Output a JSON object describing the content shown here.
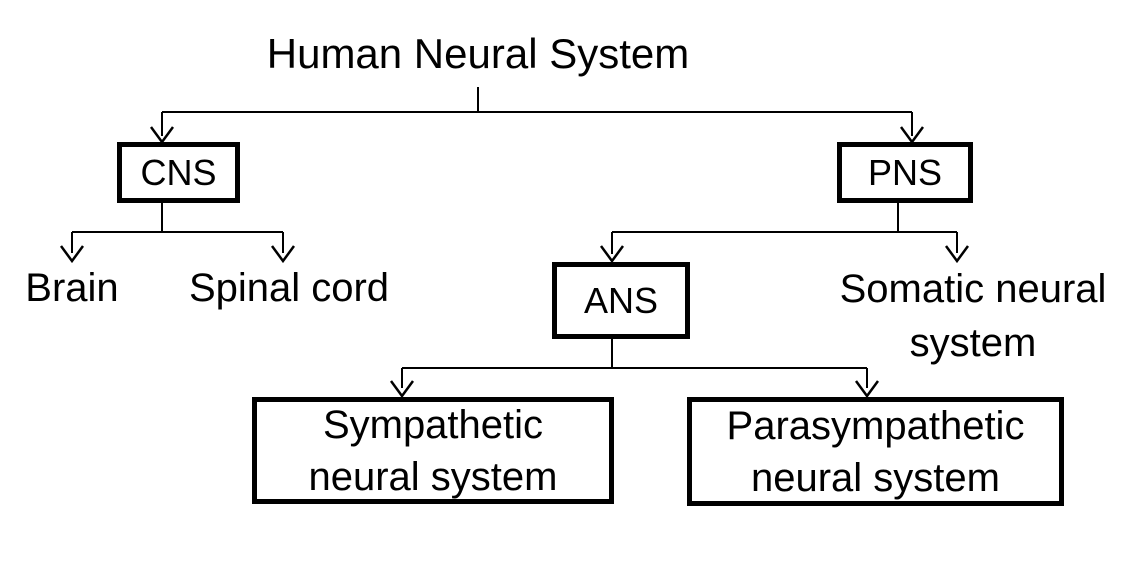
{
  "nodes": {
    "root": {
      "label": "Human Neural System",
      "boxed": false
    },
    "cns": {
      "label": "CNS",
      "boxed": true
    },
    "pns": {
      "label": "PNS",
      "boxed": true
    },
    "brain": {
      "label": "Brain",
      "boxed": false
    },
    "spinal_cord": {
      "label": "Spinal cord",
      "boxed": false
    },
    "ans": {
      "label": "ANS",
      "boxed": true
    },
    "somatic": {
      "lines": [
        "Somatic neural",
        "system"
      ],
      "boxed": false
    },
    "sympathetic": {
      "lines": [
        "Sympathetic",
        "neural system"
      ],
      "boxed": true
    },
    "parasympathetic": {
      "lines": [
        "Parasympathetic",
        "neural system"
      ],
      "boxed": true
    }
  },
  "edges": [
    {
      "from": "root",
      "to": "cns"
    },
    {
      "from": "root",
      "to": "pns"
    },
    {
      "from": "cns",
      "to": "brain"
    },
    {
      "from": "cns",
      "to": "spinal_cord"
    },
    {
      "from": "pns",
      "to": "ans"
    },
    {
      "from": "pns",
      "to": "somatic"
    },
    {
      "from": "ans",
      "to": "sympathetic"
    },
    {
      "from": "ans",
      "to": "parasympathetic"
    }
  ],
  "colors": {
    "line": "#000000",
    "text": "#000000",
    "box_border": "#000000",
    "background": "#ffffff"
  }
}
